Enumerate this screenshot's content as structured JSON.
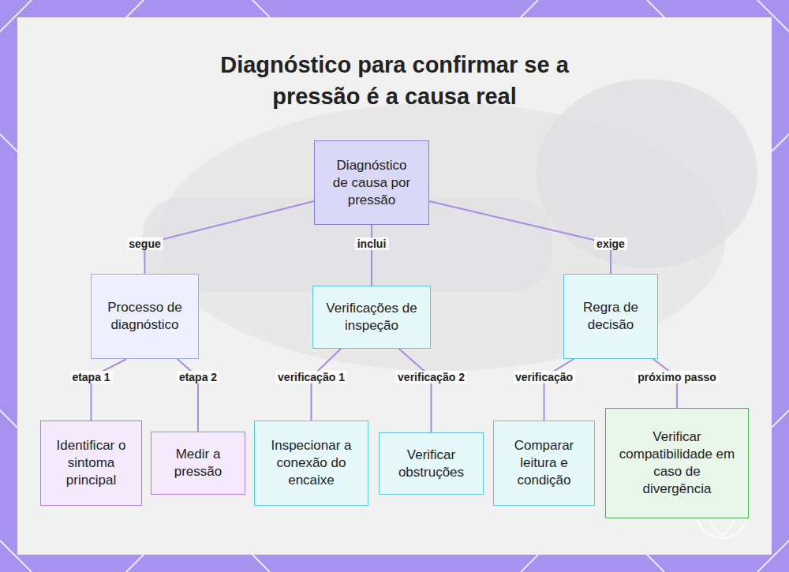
{
  "diagram": {
    "title": "Diagnóstico para confirmar se a pressão é a causa real",
    "nodes": [
      {
        "text": [
          "Diagnóstico de causa por pressão"
        ]
      },
      {
        "text": [
          "Processo de diagnóstico"
        ]
      },
      {
        "text": [
          "Verificações de inspeção"
        ]
      },
      {
        "text": [
          "Regra de decisão"
        ]
      },
      {
        "text": [
          "Identificar o sintoma principal"
        ]
      },
      {
        "text": [
          "Medir a pressão"
        ]
      },
      {
        "text": [
          "Inspecionar a conexão do encaixe"
        ]
      },
      {
        "text": [
          "Verificar obstruções"
        ]
      },
      {
        "text": [
          "Comparar leitura e condição"
        ]
      },
      {
        "text": [
          "Verificar compatibilidade em caso de divergência"
        ]
      }
    ],
    "edges": [
      {
        "from": 0,
        "to": 1,
        "label": "segue",
        "arrow": "none"
      },
      {
        "from": 0,
        "to": 2,
        "label": "inclui",
        "arrow": "none"
      },
      {
        "from": 0,
        "to": 3,
        "label": "exige",
        "arrow": "none"
      },
      {
        "from": 1,
        "to": 4,
        "label": "etapa 1",
        "arrow": "none"
      },
      {
        "from": 1,
        "to": 5,
        "label": "etapa 2",
        "arrow": "none"
      },
      {
        "from": 2,
        "to": 6,
        "label": "verificação 1",
        "arrow": "none"
      },
      {
        "from": 2,
        "to": 7,
        "label": "verificação 2",
        "arrow": "none"
      },
      {
        "from": 3,
        "to": 8,
        "label": "verificação",
        "arrow": "none"
      },
      {
        "from": 3,
        "to": 9,
        "label": "próximo passo",
        "arrow": "none"
      }
    ]
  }
}
